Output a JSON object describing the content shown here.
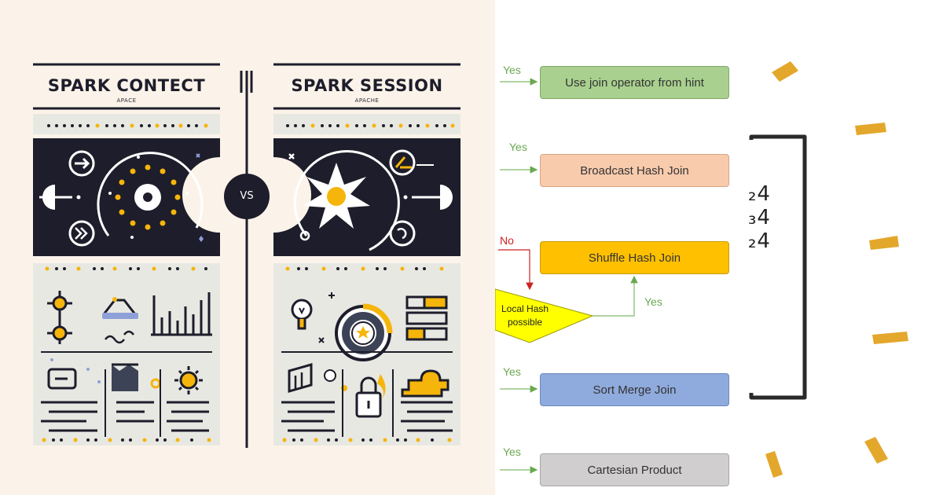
{
  "left_panel": {
    "spark_context": {
      "title": "SPARK CONTECT",
      "subtitle": "APACE"
    },
    "spark_session": {
      "title": "SPARK SESSION",
      "subtitle": "APACHE"
    },
    "vs_label": "VS",
    "colors": {
      "background": "#fbf3e9",
      "dark": "#1d1d2b",
      "accent": "#f5b50a",
      "panel": "#e8e8e3"
    }
  },
  "flowchart": {
    "boxes": [
      {
        "label": "Use join operator from hint",
        "fill": "#a9d08e",
        "border": "#7fa866"
      },
      {
        "label": "Broadcast Hash Join",
        "fill": "#f8cbad",
        "border": "#d9a483"
      },
      {
        "label": "Shuffle Hash Join",
        "fill": "#ffc000",
        "border": "#c99a00"
      },
      {
        "label": "Sort Merge Join",
        "fill": "#8faadc",
        "border": "#6c89bd"
      },
      {
        "label": "Cartesian Product",
        "fill": "#d0cece",
        "border": "#a8a6a6"
      }
    ],
    "labels": {
      "yes": "Yes",
      "no": "No"
    },
    "diamond": {
      "line1": "Local Hash",
      "line2": "possible",
      "fill": "#ffff00"
    },
    "bracket_numbers": [
      "₂4",
      "₃4",
      "₂4"
    ]
  }
}
